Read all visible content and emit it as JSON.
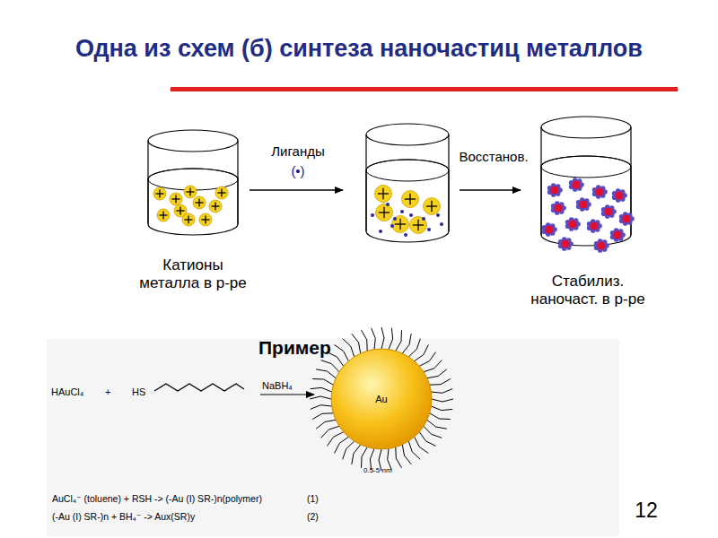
{
  "diagram": {
    "title": "Одна из схем (б) синтеза наночастиц металлов",
    "nodes": [
      {
        "text": [
          "Au"
        ]
      }
    ],
    "labels": [
      "Лиганды",
      "(•)",
      "Восстанов.",
      "Катионы металла в р-ре",
      "Стабилиз. наночаст. в р-ре",
      "Пример",
      "HAuCl₄",
      "+",
      "HS",
      "NaBH₄",
      "0.5-5 nm",
      "AuCl₄⁻ (toluene) + RSH -> (-Au (I) SR-)n(polymer)",
      "(1)",
      "(-Au (I) SR-)n + BH₄⁻ -> Aux(SR)y",
      "(2)",
      "12"
    ]
  }
}
